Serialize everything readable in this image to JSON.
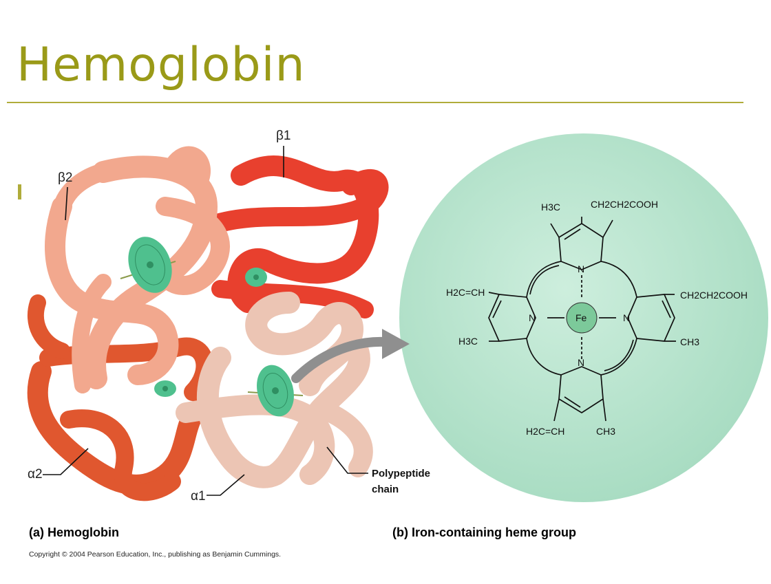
{
  "slide": {
    "title": "Hemoglobin"
  },
  "labels": {
    "beta1": "β1",
    "beta2": "β2",
    "alpha1": "α1",
    "alpha2": "α2",
    "polypeptide_line1": "Polypeptide",
    "polypeptide_line2": "chain"
  },
  "heme": {
    "h3c_top": "H3C",
    "ch2ch2cooh_top": "CH2CH2COOH",
    "ch2ch2cooh_right": "CH2CH2COOH",
    "ch3_right": "CH3",
    "h2c_ch_left": "H2C=CH",
    "h3c_left": "H3C",
    "h2c_ch_bottom": "H2C=CH",
    "ch3_bottom": "CH3",
    "n_top": "N",
    "n_left": "N",
    "n_right": "N",
    "n_bottom": "N",
    "fe": "Fe"
  },
  "captions": {
    "a": "(a) Hemoglobin",
    "b": "(b)  Iron-containing heme group"
  },
  "copyright": "Copyright © 2004 Pearson Education, Inc., publishing as Benjamin Cummings.",
  "colors": {
    "title": "#9a9a18",
    "rule": "#b0ac3a",
    "beta1": "#e8402e",
    "beta2": "#f2a88e",
    "alpha1": "#ecc5b4",
    "alpha2": "#e0572f",
    "heme_disc": "#4fc08e",
    "circle_fill": "#a8dcc2",
    "fe": "#7cc99a",
    "arrow": "#8f8f8f"
  }
}
